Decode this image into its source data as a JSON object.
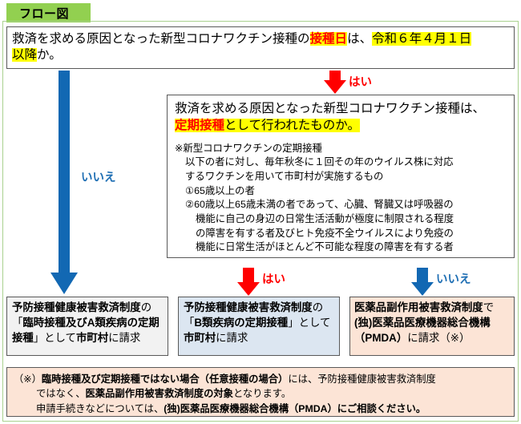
{
  "header": {
    "tab_label": "フロー図"
  },
  "colors": {
    "header_green": "#92d050",
    "frame_green": "#a9d18e",
    "arrow_blue": "#1f6fb4",
    "arrow_red": "#ff0000",
    "highlight_yellow": "#ffff00",
    "box1_bg": "#f2f2f2",
    "box2_bg": "#dce6f1",
    "box3_bg": "#fce4d6",
    "footnote_bg": "#fce4d6",
    "box_border": "#595959"
  },
  "question1": {
    "line1_a": "救済を求める原因となった新型コロナワクチン接種の",
    "line1_highlight_red": "接種日",
    "line1_b": "は、",
    "line1_highlight_yellow": "令和６年４月１日",
    "line2_highlight_yellow": "以降",
    "line2_b": "か。"
  },
  "question2": {
    "line1": "救済を求める原因となった新型コロナワクチン接種は、",
    "line2_highlight_red": "定期接種",
    "line2_b": "として行われたものか。",
    "note_title": "※新型コロナワクチンの定期接種",
    "note_line1": "以下の者に対し、毎年秋冬に１回その年のウイルス株に対応",
    "note_line2": "するワクチンを用いて市町村が実施するもの",
    "note_item1": "①65歳以上の者",
    "note_item2_l1": "②60歳以上65歳未満の者であって、心臓、腎臓又は呼吸器の",
    "note_item2_l2": "機能に自己の身辺の日常生活活動が極度に制限される程度",
    "note_item2_l3": "の障害を有する者及びヒト免疫不全ウイルスにより免疫の",
    "note_item2_l4": "機能に日常生活がほとんど不可能な程度の障害を有する者"
  },
  "arrows": {
    "yes_label": "はい",
    "no_label": "いいえ",
    "q1_no_label": "いいえ",
    "q1_yes_label": "はい",
    "q2_yes_label": "はい",
    "q2_no_label": "いいえ"
  },
  "results": {
    "box1": {
      "seg1_bold": "予防接種健康被害救済制度",
      "seg2": "の「",
      "seg3_bold": "臨時接種及びA類疾病の定期接種",
      "seg4": "」として",
      "seg5_bold": "市町村",
      "seg6": "に請求"
    },
    "box2": {
      "seg1_bold": "予防接種健康被害救済制度",
      "seg2": "の「",
      "seg3_bold": "B類疾病の定期接種",
      "seg4": "」として",
      "seg5_bold": "市町村",
      "seg6": "に請求"
    },
    "box3": {
      "seg1_bold": "医薬品副作用被害救済制度",
      "seg2": "で",
      "seg3_bold": "(独)医薬品医療機器総合機構（PMDA）",
      "seg4": "に請求（※）"
    }
  },
  "footnote": {
    "marker": "（※）",
    "seg1_bold": "臨時接種及び定期接種ではない場合（任意接種の場合）",
    "seg2": "には、予防接種健康被害救済制度",
    "seg3": "ではなく、",
    "seg4_bold": "医薬品副作用被害救済制度の対象",
    "seg5": "となります。",
    "seg6": "申請手続きなどについては、",
    "seg7_bold": "(独)医薬品医療機器総合機構（PMDA）にご相談ください。"
  }
}
